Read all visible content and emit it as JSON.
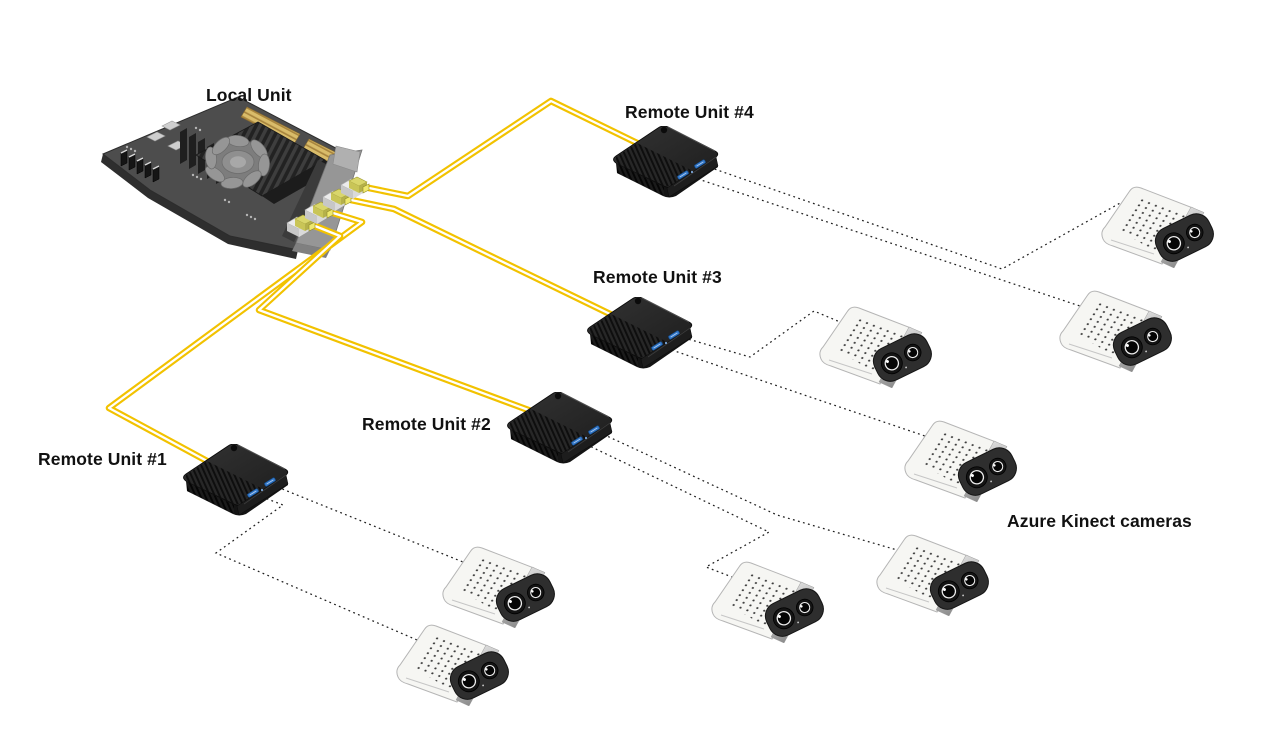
{
  "diagram": {
    "labels": {
      "local_unit": "Local Unit",
      "remote_unit_1": "Remote Unit #1",
      "remote_unit_2": "Remote Unit #2",
      "remote_unit_3": "Remote Unit #3",
      "remote_unit_4": "Remote Unit #4",
      "cameras": "Azure Kinect cameras"
    },
    "colors": {
      "background": "#FFFFFF",
      "fiber_cable": "#F2C200",
      "data_link_dotted": "#1F1F1F",
      "unit_body": "#242424",
      "usb_port": "#2E73C4",
      "camera_body": "#F6F6F3",
      "pcb_board": "#4D4D4D",
      "gold_edge": "#D9BC6A"
    },
    "nodes": [
      {
        "id": "local-unit",
        "label": "Local Unit",
        "type": "pcie-fiber-card",
        "fiber_ports": 4
      },
      {
        "id": "remote-unit-1",
        "label": "Remote Unit #1",
        "type": "fiber-extender",
        "usb_ports": 2,
        "cameras_connected": 2
      },
      {
        "id": "remote-unit-2",
        "label": "Remote Unit #2",
        "type": "fiber-extender",
        "usb_ports": 2,
        "cameras_connected": 2
      },
      {
        "id": "remote-unit-3",
        "label": "Remote Unit #3",
        "type": "fiber-extender",
        "usb_ports": 2,
        "cameras_connected": 2
      },
      {
        "id": "remote-unit-4",
        "label": "Remote Unit #4",
        "type": "fiber-extender",
        "usb_ports": 2,
        "cameras_connected": 2
      },
      {
        "id": "camera-group",
        "label": "Azure Kinect cameras",
        "type": "camera-group",
        "camera_count": 8
      }
    ],
    "connections": [
      {
        "from": "local-unit",
        "to": "remote-unit-1",
        "medium": "fiber"
      },
      {
        "from": "local-unit",
        "to": "remote-unit-2",
        "medium": "fiber"
      },
      {
        "from": "local-unit",
        "to": "remote-unit-3",
        "medium": "fiber"
      },
      {
        "from": "local-unit",
        "to": "remote-unit-4",
        "medium": "fiber"
      },
      {
        "from": "remote-unit-1",
        "to": "camera-1",
        "medium": "usb"
      },
      {
        "from": "remote-unit-1",
        "to": "camera-2",
        "medium": "usb"
      },
      {
        "from": "remote-unit-2",
        "to": "camera-3",
        "medium": "usb"
      },
      {
        "from": "remote-unit-2",
        "to": "camera-4",
        "medium": "usb"
      },
      {
        "from": "remote-unit-3",
        "to": "camera-5",
        "medium": "usb"
      },
      {
        "from": "remote-unit-3",
        "to": "camera-6",
        "medium": "usb"
      },
      {
        "from": "remote-unit-4",
        "to": "camera-7",
        "medium": "usb"
      },
      {
        "from": "remote-unit-4",
        "to": "camera-8",
        "medium": "usb"
      }
    ]
  }
}
